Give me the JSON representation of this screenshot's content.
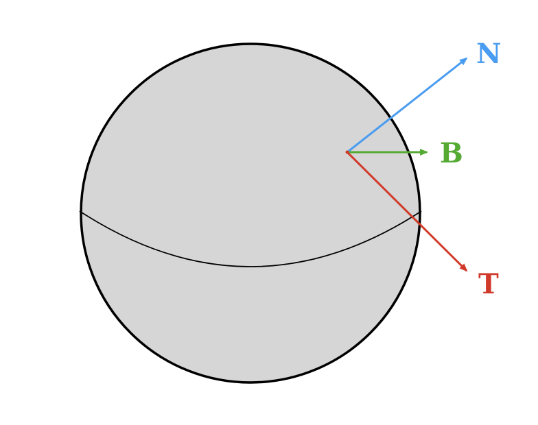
{
  "vectors": [
    {
      "id": "N",
      "label": "N",
      "color": "#4a9cf0"
    },
    {
      "id": "B",
      "label": "B",
      "color": "#55aa33"
    },
    {
      "id": "T",
      "label": "T",
      "color": "#d03a2a"
    }
  ],
  "sphere": {
    "fill": "#d6d6d6",
    "stroke": "#000000"
  }
}
